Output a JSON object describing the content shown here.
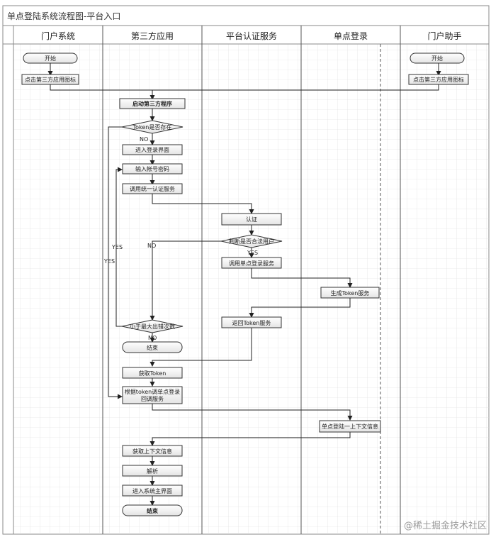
{
  "diagram_title": "单点登陆系统流程图-平台入口",
  "lanes": [
    "门户系统",
    "第三方应用",
    "平台认证服务",
    "单点登录",
    "门户助手"
  ],
  "nodes": {
    "start_portal": "开始",
    "click_icon_portal": "点击第三方应用图标",
    "start_helper": "开始",
    "click_icon_helper": "点击第三方应用图标",
    "launch_app": "启动第三方程序",
    "token_exists": "Token是否存在",
    "enter_login": "进入登录界面",
    "input_credentials": "输入帐号密码",
    "call_auth": "调用统一认证服务",
    "authenticate": "认证",
    "is_valid_user": "判断是否合法用户",
    "call_sso": "调用单点登录服务",
    "gen_token": "生成Token服务",
    "return_token": "返回Token服务",
    "less_than_max": "小于最大出错次数",
    "end1": "结束",
    "get_token": "获取Token",
    "callback_line1": "根据token调单点登录",
    "callback_line2": "回调服务",
    "sso_context": "单点登陆一上下文信息",
    "get_context": "获取上下文信息",
    "parse": "解析",
    "enter_main": "进入系统主界面",
    "end2": "结束"
  },
  "labels": {
    "no": "NO",
    "yes": "YES"
  },
  "watermark": "@稀土掘金技术社区"
}
